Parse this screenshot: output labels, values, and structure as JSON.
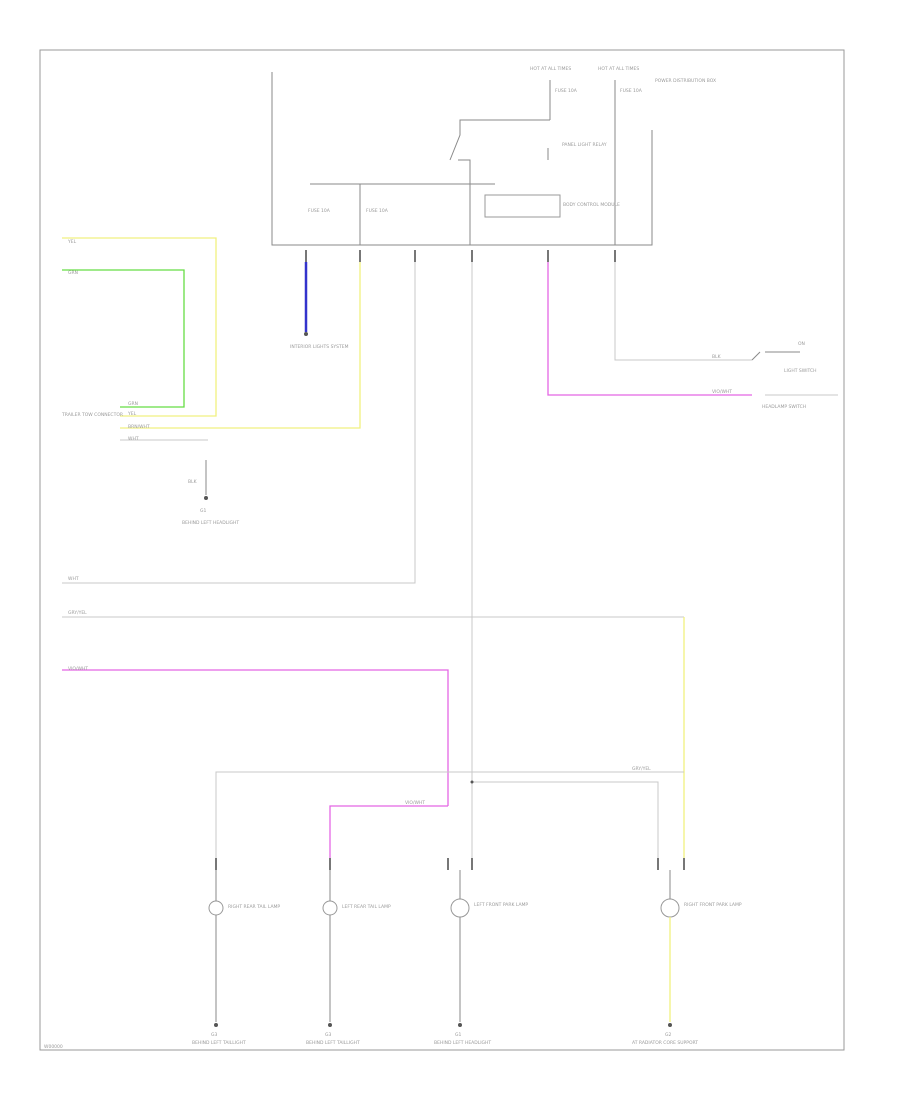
{
  "labels": {
    "sheet_code": "W00000",
    "fuse_block_a": "HOT AT ALL TIMES",
    "fuse_block_b": "HOT AT ALL TIMES",
    "fuse_1": "FUSE 10A",
    "fuse_2": "FUSE 10A",
    "fuse_3": "FUSE 10A",
    "fuse_4": "FUSE 10A",
    "panel_relay": "PANEL LIGHT RELAY",
    "module_name": "POWER DISTRIBUTION BOX",
    "panel_box": "BODY CONTROL MODULE",
    "wire_yel": "YEL",
    "wire_grn": "GRN",
    "connector_label": "TRAILER TOW CONNECTOR",
    "pin_grn": "GRN",
    "pin_yel": "YEL",
    "pin_brn": "BRN/WHT",
    "pin_wht": "WHT",
    "ground_left": "BEHIND LEFT HEADLIGHT",
    "ground_code_left": "G1",
    "wire_blk": "BLK",
    "interior_module": "INTERIOR LIGHTS SYSTEM",
    "switch_label": "LIGHT SWITCH",
    "switch_code": "ON",
    "switch_wire": "BLK",
    "headlamp_switch": "HEADLAMP SWITCH",
    "wire_c": "WHT",
    "wire_d": "GRY/YEL",
    "wire_e": "VIO/WHT",
    "lamp1": "RIGHT REAR TAIL LAMP",
    "lamp2": "LEFT REAR TAIL LAMP",
    "lamp3": "LEFT FRONT PARK LAMP",
    "lamp4": "RIGHT FRONT PARK LAMP",
    "gnd1": "BEHIND LEFT TAILLIGHT",
    "gnd2": "BEHIND LEFT TAILLIGHT",
    "gnd3": "BEHIND LEFT HEADLIGHT",
    "gnd4": "AT RADIATOR CORE SUPPORT",
    "gnd_code1": "G3",
    "gnd_code2": "G3",
    "gnd_code3": "G1",
    "gnd_code4": "G2",
    "splice_wire": "GRY/YEL",
    "pink_wire": "VIO/WHT"
  }
}
